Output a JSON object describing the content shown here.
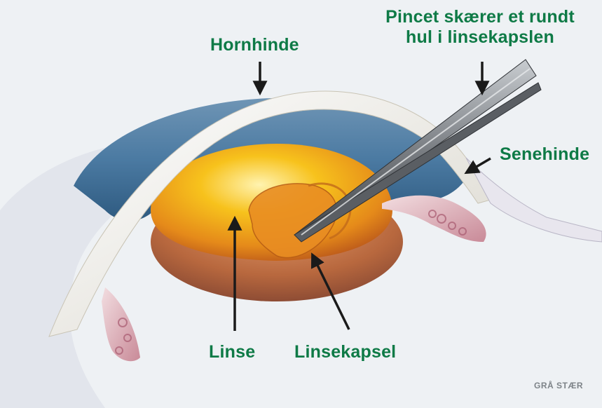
{
  "labels": {
    "hornhinde": "Hornhinde",
    "pincet_line1": "Pincet skærer et rundt",
    "pincet_line2": "hul i linsekapslen",
    "senehinde": "Senehinde",
    "linse": "Linse",
    "linsekapsel": "Linsekapsel"
  },
  "credit": "GRÅ STÆR",
  "colors": {
    "label_green": "#0e7a46",
    "background": "#eef1f4",
    "arrow": "#1a1a1a",
    "lens_yellow": "#f4b418",
    "lens_orange": "#e07a1a",
    "iris_blue": "#4d7fa8",
    "cornea_white": "#f1eee6",
    "tissue_pink": "#dcaab4",
    "instrument_gray": "#7a7e83"
  },
  "icons": [
    "forceps-illustration",
    "eye-cross-section-illustration"
  ]
}
